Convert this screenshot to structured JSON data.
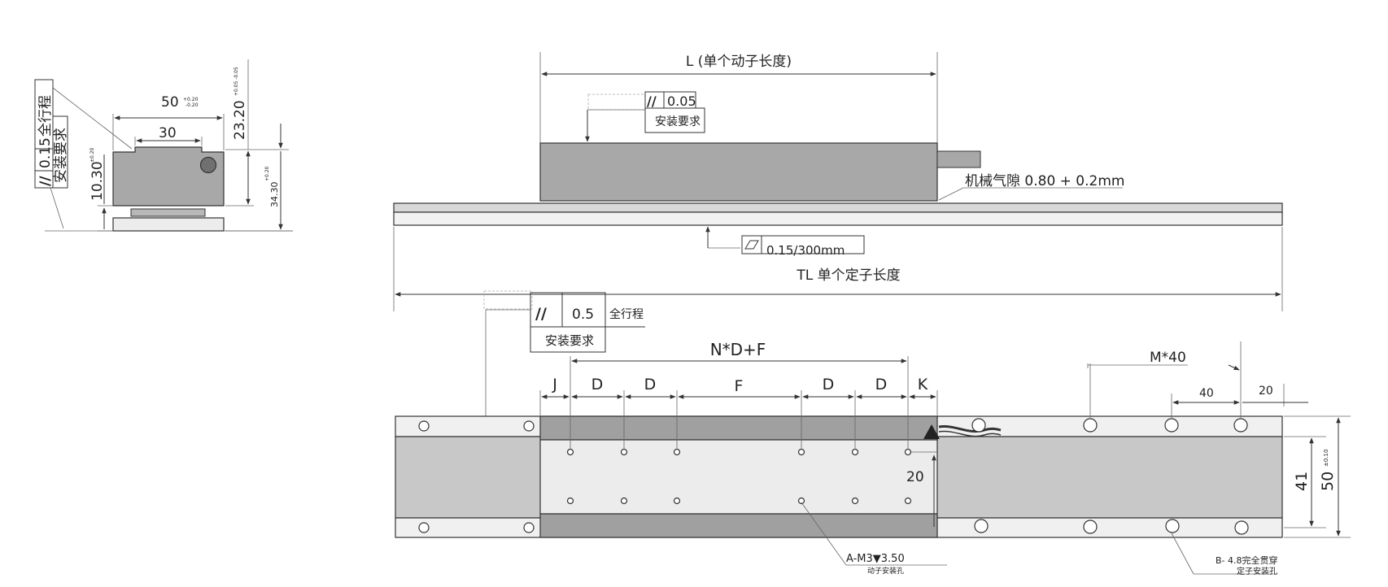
{
  "side_view": {
    "width_label": "50",
    "width_tol_top": "+0.20",
    "width_tol_bottom": "-0.20",
    "inner_width_label": "30",
    "height_label": "23.20",
    "height_tol": "+0.05 -0.05",
    "body_height_label": "10.30",
    "body_height_tol": "±0.20",
    "total_height_label": "34.30",
    "total_height_tol": "+0.20",
    "flatness_symbol": "//",
    "flatness_value": "0.15",
    "flatness_note": "全行程",
    "flatness_sub": "安装要求",
    "colors": {
      "body": "#a8a8a8",
      "plate": "#d6d6d6",
      "line": "#333333"
    }
  },
  "top_view": {
    "length_label": "L (单个动子长度)",
    "parallel_symbol": "//",
    "parallel_value": "0.05",
    "parallel_sub": "安装要求",
    "air_gap_label": "机械气隙 0.80 + 0.2mm",
    "flatness_value": "0.15/300mm",
    "total_length_label": "TL 单个定子长度"
  },
  "bottom_view": {
    "parallel_symbol": "//",
    "parallel_value": "0.5",
    "parallel_note": "全行程",
    "parallel_sub": "安装要求",
    "pitch_label": "N*D+F",
    "seg_labels": [
      "J",
      "D",
      "D",
      "F",
      "D",
      "D",
      "K"
    ],
    "m_label": "M*40",
    "dim_40": "40",
    "dim_20": "20",
    "dim_20_vertical": "20",
    "dim_41": "41",
    "dim_50": "50",
    "dim_50_tol": "±0.10",
    "hole_a_label": "A-M3▼3.50",
    "hole_a_sub": "动子安装孔",
    "hole_b_label": "B- 4.8完全贯穿",
    "hole_b_sub": "定子安装孔"
  }
}
